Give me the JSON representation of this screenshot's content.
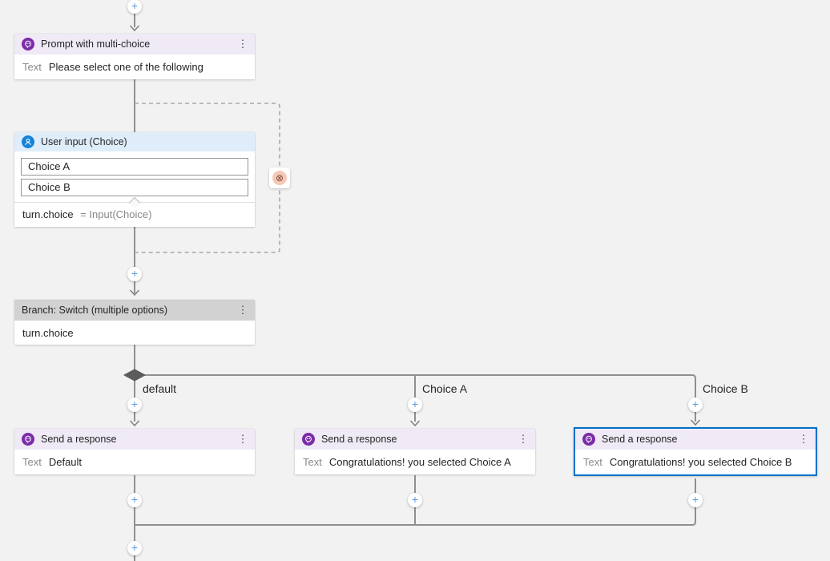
{
  "colors": {
    "canvas_bg": "#F2F2F2",
    "node_header_purple": "#EFEAF6",
    "node_header_blue": "#DFEDFB",
    "node_header_gray": "#D2D2D2",
    "bot_icon_purple": "#7B2CA8",
    "user_icon_blue": "#1583D6",
    "selection_blue": "#0072C9",
    "connector_gray": "#909090",
    "plus_blue": "#5B9BD8",
    "escalate_peach": "#F5C9B6"
  },
  "controls": {
    "plus": "+",
    "kebab": "⋮",
    "escalate_glyph": "⊗"
  },
  "nodes": {
    "prompt": {
      "title": "Prompt with multi-choice",
      "field_label": "Text",
      "field_value": "Please select one of the following"
    },
    "user_input": {
      "title": "User input (Choice)",
      "choices": [
        "Choice A",
        "Choice B"
      ],
      "expression_variable": "turn.choice",
      "expression_rest": "= Input(Choice)"
    },
    "branch": {
      "title": "Branch: Switch (multiple options)",
      "condition": "turn.choice"
    },
    "responses": [
      {
        "title": "Send a response",
        "field_label": "Text",
        "field_value": "Default"
      },
      {
        "title": "Send a response",
        "field_label": "Text",
        "field_value": "Congratulations! you selected Choice A"
      },
      {
        "title": "Send a response",
        "field_label": "Text",
        "field_value": "Congratulations! you selected Choice B"
      }
    ]
  },
  "branch_labels": [
    "default",
    "Choice A",
    "Choice B"
  ]
}
